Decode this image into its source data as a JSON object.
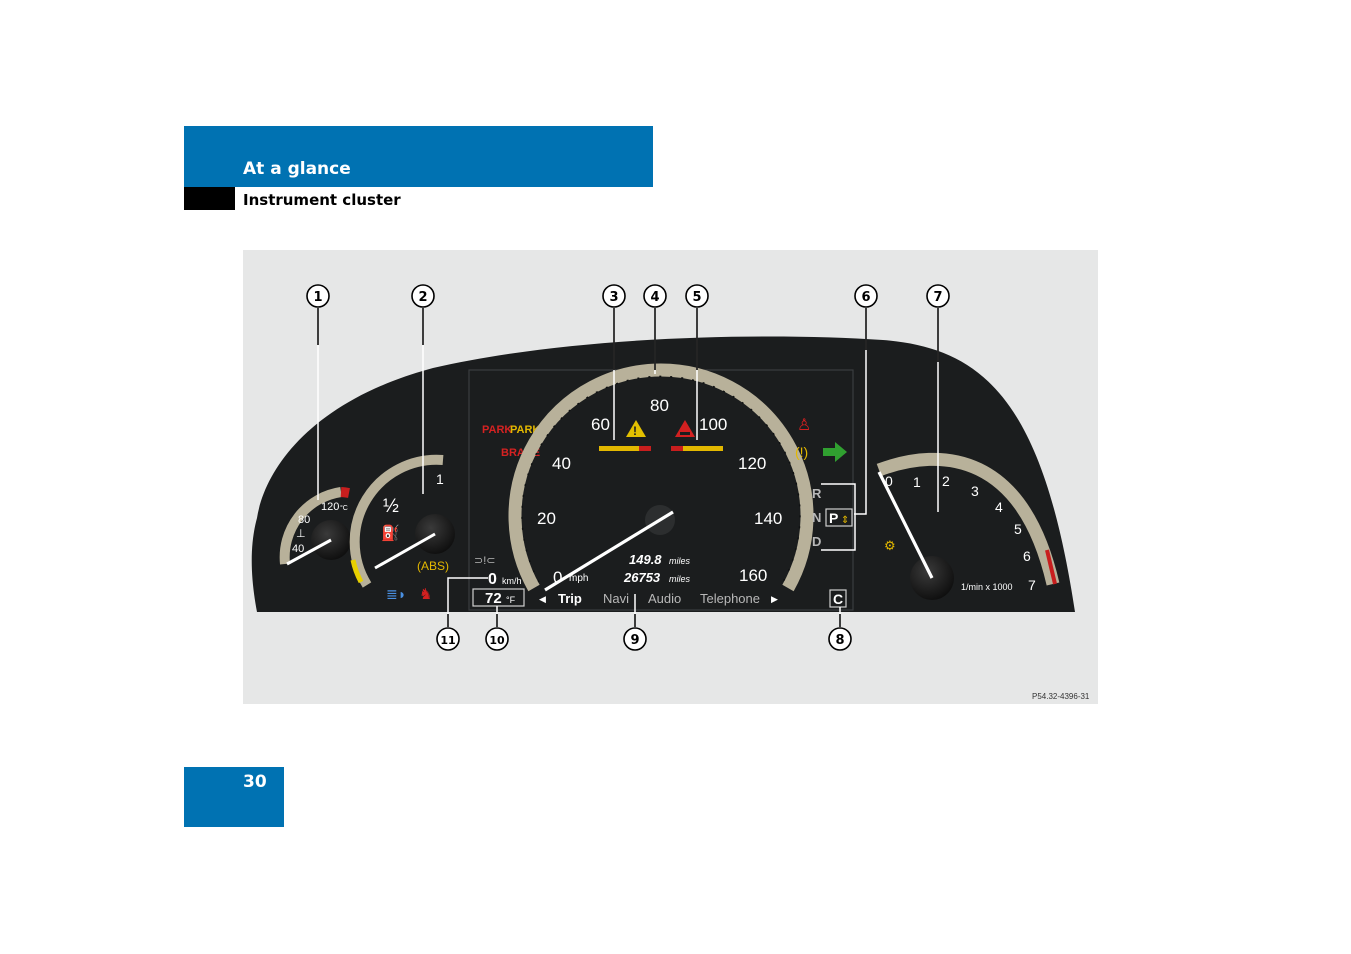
{
  "header": {
    "section_title": "At a glance",
    "subsection_title": "Instrument cluster"
  },
  "figure": {
    "image_code": "P54.32-4396-31",
    "callouts": [
      "1",
      "2",
      "3",
      "4",
      "5",
      "6",
      "7",
      "8",
      "9",
      "10",
      "11"
    ],
    "coolant_gauge": {
      "ticks": [
        "40",
        "80",
        "120"
      ],
      "unit": "°C"
    },
    "fuel_gauge": {
      "ticks": [
        "1",
        "½"
      ]
    },
    "warning_lamps": {
      "park": "PARK",
      "park_yellow": "PARK",
      "brake": "BRAKE"
    },
    "speedometer": {
      "ticks": [
        "0",
        "20",
        "40",
        "60",
        "80",
        "100",
        "120",
        "140",
        "160"
      ],
      "unit": "mph",
      "trip_value": "149.8",
      "trip_unit": "miles",
      "odometer_value": "26753",
      "odometer_unit": "miles"
    },
    "menu": {
      "items": [
        "Trip",
        "Navi",
        "Audio",
        "Telephone"
      ],
      "left_arrow": "◀",
      "right_arrow": "▶"
    },
    "digital_speed": {
      "value": "0",
      "unit": "km/h"
    },
    "outside_temp": {
      "value": "72",
      "unit": "°F"
    },
    "gear_indicator": {
      "letters": [
        "R",
        "N",
        "D"
      ],
      "selected": "P",
      "mode": "C"
    },
    "tachometer": {
      "ticks": [
        "0",
        "1",
        "2",
        "3",
        "4",
        "5",
        "6",
        "7"
      ],
      "unit": "1/min x 1000"
    }
  }
}
